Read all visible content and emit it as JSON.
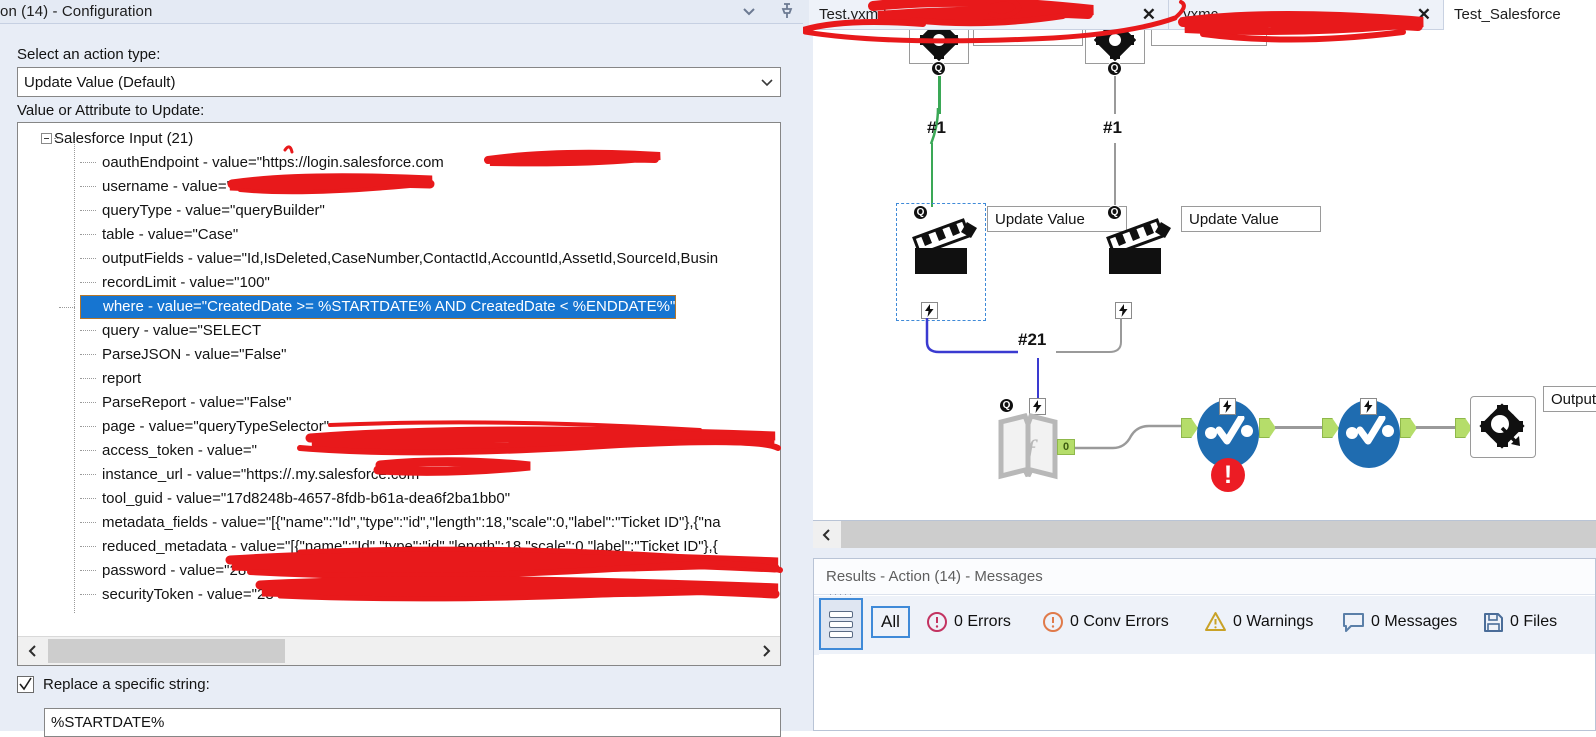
{
  "config_panel": {
    "title": "on (14) - Configuration",
    "collapse_icon": "chevron-down-icon",
    "pin_icon": "pin-icon",
    "action_type_label": "Select an action type:",
    "action_type_value": "Update Value (Default)",
    "value_attr_label": "Value or Attribute to Update:",
    "tree": {
      "root": "Salesforce Input (21)",
      "items": [
        {
          "text": "oauthEndpoint - value=\"https://login.salesforce.com",
          "redacted": true,
          "selected": false
        },
        {
          "text": "username - value=\"",
          "redacted": true,
          "selected": false
        },
        {
          "text": "queryType - value=\"queryBuilder\"",
          "redacted": false,
          "selected": false
        },
        {
          "text": "table - value=\"Case\"",
          "redacted": false,
          "selected": false
        },
        {
          "text": "outputFields - value=\"Id,IsDeleted,CaseNumber,ContactId,AccountId,AssetId,SourceId,Busin",
          "redacted": false,
          "selected": false
        },
        {
          "text": "recordLimit - value=\"100\"",
          "redacted": false,
          "selected": false
        },
        {
          "text": "where - value=\"CreatedDate >= %STARTDATE% AND CreatedDate < %ENDDATE%\"",
          "redacted": false,
          "selected": true
        },
        {
          "text": "query - value=\"SELECT",
          "redacted": false,
          "selected": false
        },
        {
          "text": "ParseJSON - value=\"False\"",
          "redacted": false,
          "selected": false
        },
        {
          "text": "report",
          "redacted": false,
          "selected": false
        },
        {
          "text": "ParseReport - value=\"False\"",
          "redacted": false,
          "selected": false
        },
        {
          "text": "page - value=\"queryTypeSelector\"",
          "redacted": false,
          "selected": false
        },
        {
          "text": "access_token - value=\"",
          "redacted": true,
          "selected": false
        },
        {
          "text": "instance_url - value=\"https://.my.salesforce.com\"",
          "redacted": true,
          "selected": false
        },
        {
          "text": "tool_guid - value=\"17d8248b-4657-8fdb-b61a-dea6f2ba1bb0\"",
          "redacted": false,
          "selected": false
        },
        {
          "text": "metadata_fields - value=\"[{\"name\":\"Id\",\"type\":\"id\",\"length\":18,\"scale\":0,\"label\":\"Ticket ID\"},{\"na",
          "redacted": false,
          "selected": false
        },
        {
          "text": "reduced_metadata - value=\"[{\"name\":\"Id\",\"type\":\"id\",\"length\":18,\"scale\":0,\"label\":\"Ticket ID\"},{",
          "redacted": false,
          "selected": false
        },
        {
          "text": "password - value=\"28",
          "redacted": true,
          "selected": false
        },
        {
          "text": "securityToken - value=\"28",
          "redacted": true,
          "selected": false
        }
      ],
      "scroll_left_icon": "chevron-left-icon",
      "scroll_right_icon": "chevron-right-icon"
    },
    "replace_checkbox_label": "Replace a specific string:",
    "replace_checkbox_checked": true,
    "replace_value": "%STARTDATE%"
  },
  "tabs": [
    {
      "label": "Test.yxmd",
      "close_label": "✕",
      "active": false,
      "redacted": true
    },
    {
      "label": ".yxmc",
      "close_label": "✕",
      "active": false,
      "redacted": true
    },
    {
      "label": "Test_Salesforce",
      "close_label": "",
      "active": true,
      "redacted": false
    }
  ],
  "canvas": {
    "connection_labels": [
      "#1",
      "#1",
      "#21"
    ],
    "node_labels": [
      "Update Value",
      "Update Value",
      "Output"
    ],
    "q_badge": "Q",
    "bolt_badge": "bolt-icon",
    "error_badge": "!",
    "anchor_label": "0",
    "wire_colors": {
      "green": "#3aa856",
      "gray": "#9a9a9a",
      "blue": "#3a3ad0"
    },
    "node_blue": "#1f6cb0",
    "error_red": "#ec1c24",
    "anchor_green": "#b5dd6a",
    "scroll_left_icon": "chevron-left-icon"
  },
  "results": {
    "title": "Results - Action (14) - Messages",
    "grid_icon": "grid-view-icon",
    "all_button": "All",
    "stats": [
      {
        "icon": "error-icon",
        "label": "0 Errors",
        "color": "#c33361"
      },
      {
        "icon": "conv-error-icon",
        "label": "0 Conv Errors",
        "color": "#e07a4a"
      },
      {
        "icon": "warning-icon",
        "label": "0 Warnings",
        "color": "#c9a227"
      },
      {
        "icon": "message-icon",
        "label": "0 Messages",
        "color": "#5a7fa8"
      },
      {
        "icon": "file-icon",
        "label": "0 Files",
        "color": "#4a6d99"
      }
    ]
  }
}
